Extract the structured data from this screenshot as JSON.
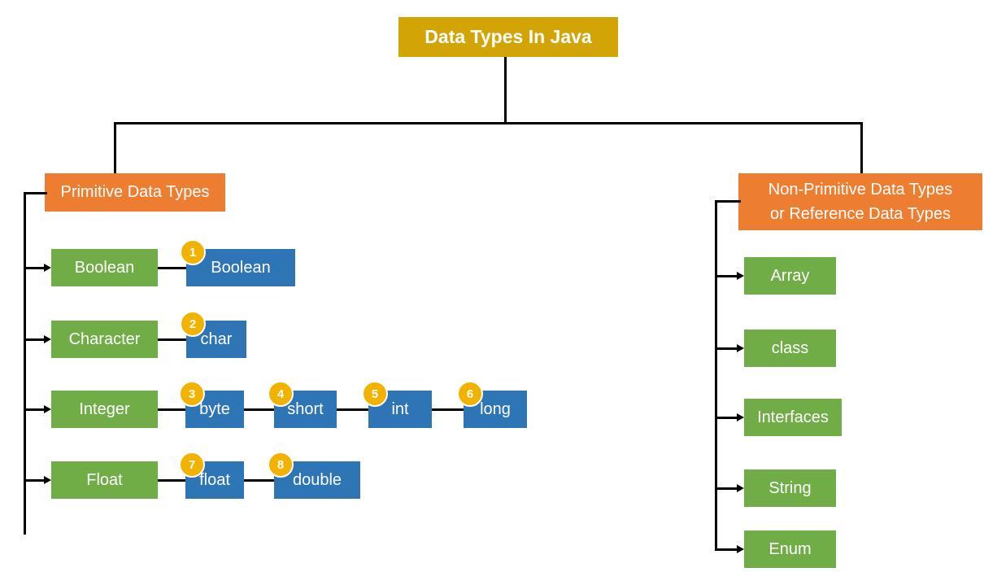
{
  "colors": {
    "gold": "#D2A406",
    "orange": "#ED7D31",
    "green": "#70AD47",
    "blue": "#2E75B6",
    "badge": "#F2B200",
    "line": "#000000",
    "text": "#FFFFFF"
  },
  "title": {
    "label": "Data Types In Java"
  },
  "branches": {
    "primitive": {
      "label": "Primitive Data Types"
    },
    "non_primitive": {
      "lines": [
        "Non-Primitive Data Types",
        "or Reference Data Types"
      ]
    }
  },
  "primitive_rows": [
    {
      "category": "Boolean",
      "types": [
        {
          "num": "1",
          "label": "Boolean"
        }
      ]
    },
    {
      "category": "Character",
      "types": [
        {
          "num": "2",
          "label": "char"
        }
      ]
    },
    {
      "category": "Integer",
      "types": [
        {
          "num": "3",
          "label": "byte"
        },
        {
          "num": "4",
          "label": "short"
        },
        {
          "num": "5",
          "label": "int"
        },
        {
          "num": "6",
          "label": "long"
        }
      ]
    },
    {
      "category": "Float",
      "types": [
        {
          "num": "7",
          "label": "float"
        },
        {
          "num": "8",
          "label": "double"
        }
      ]
    }
  ],
  "non_primitive_items": [
    {
      "label": "Array"
    },
    {
      "label": "class"
    },
    {
      "label": "Interfaces"
    },
    {
      "label": "String"
    },
    {
      "label": "Enum"
    }
  ]
}
